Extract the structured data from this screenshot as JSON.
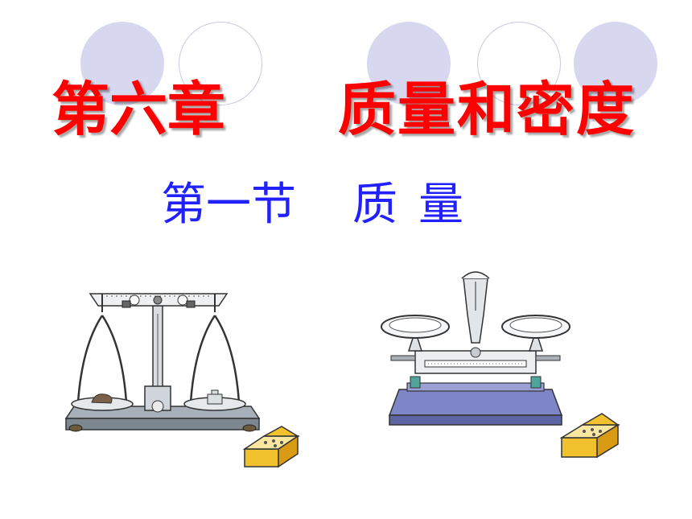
{
  "slide": {
    "chapter_number": "第六章",
    "chapter_name": "质量和密度",
    "section_number": "第一节",
    "section_name": "质量"
  },
  "colors": {
    "chapter_title": "#ff0000",
    "section_title": "#2121ff",
    "decor_circle_fill": "#d7d7ef",
    "decor_circle_outline": "#c9c9e6"
  },
  "illustrations": [
    {
      "name": "equal-arm-balance",
      "icon": "physical-balance-icon"
    },
    {
      "name": "platform-balance",
      "icon": "tray-balance-icon"
    },
    {
      "name": "weight-box-left",
      "icon": "weight-box-icon"
    },
    {
      "name": "weight-box-right",
      "icon": "weight-box-icon"
    }
  ]
}
